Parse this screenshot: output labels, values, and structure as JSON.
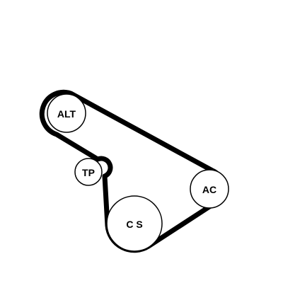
{
  "diagram": {
    "pulleys": {
      "alt": {
        "label": "ALT"
      },
      "tp": {
        "label": "TP"
      },
      "ac": {
        "label": "AC"
      },
      "cs": {
        "label": "C S"
      }
    },
    "colors": {
      "belt": "#000000",
      "pulley_stroke": "#000000",
      "background": "#ffffff"
    }
  }
}
